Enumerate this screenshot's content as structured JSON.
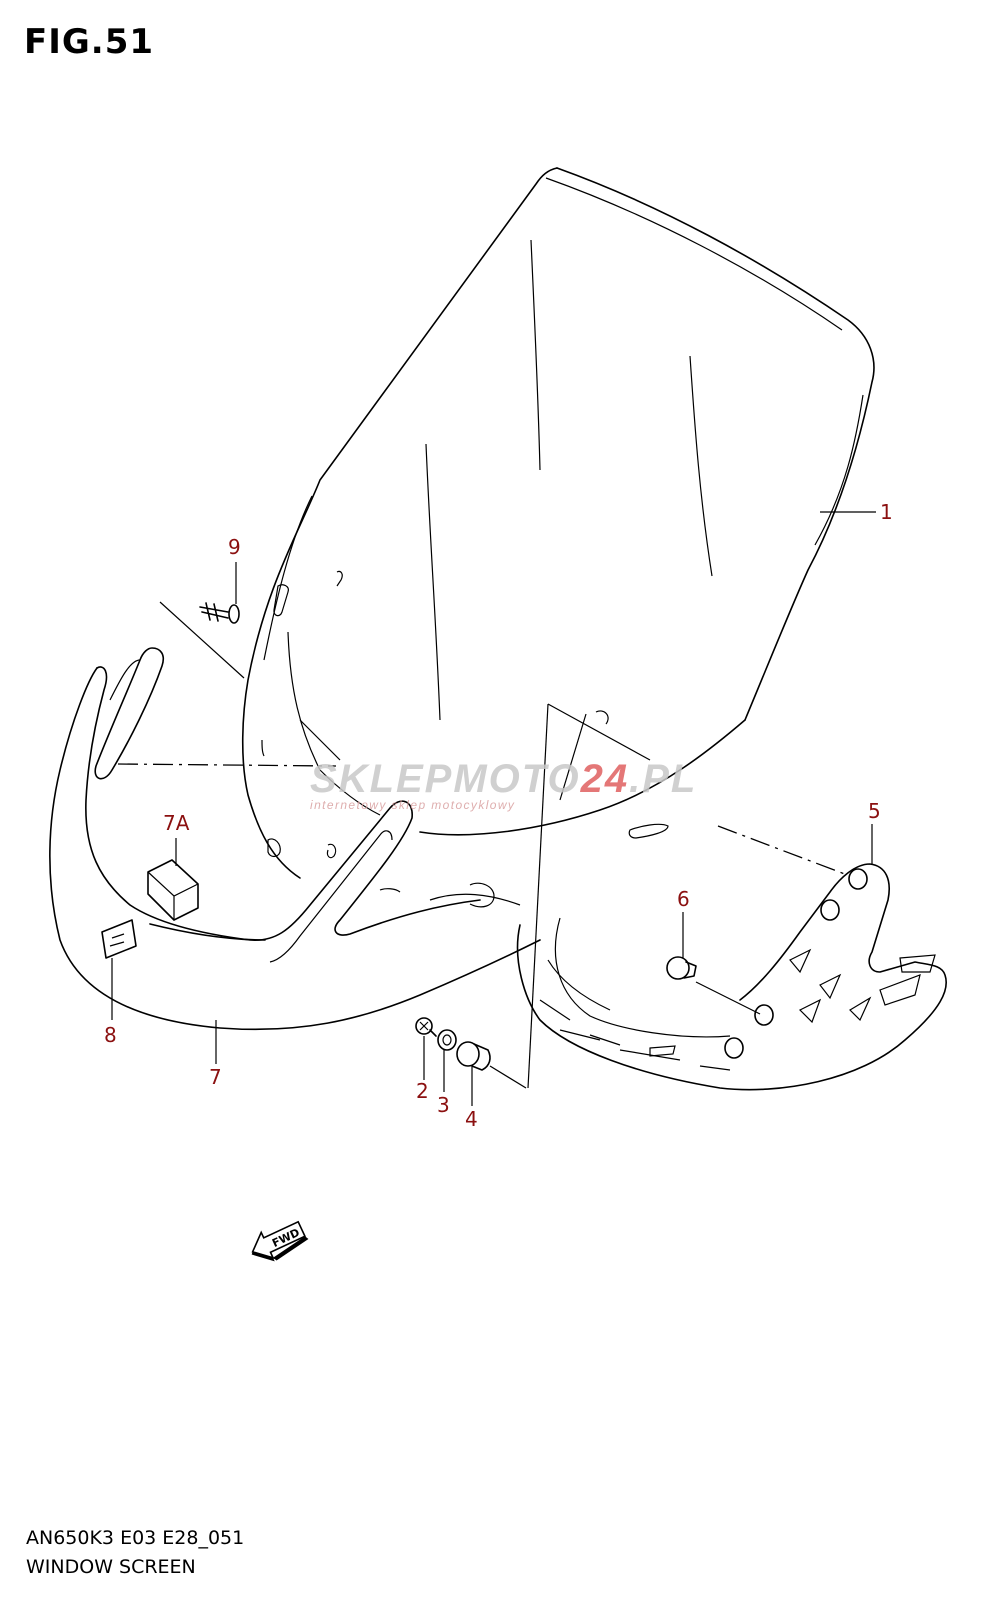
{
  "figure": {
    "title": "FIG.51",
    "model_code": "AN650K3 E03 E28_051",
    "section_name": "WINDOW SCREEN"
  },
  "watermark": {
    "brand_part1": "SKLEPMOTO",
    "brand_part2": "24",
    "brand_part3": ".PL",
    "tagline": "internetowy sklep motocyklowy"
  },
  "fwd_label": "FWD",
  "callouts": [
    {
      "id": "1",
      "part": "window-screen"
    },
    {
      "id": "2",
      "part": "screw"
    },
    {
      "id": "3",
      "part": "washer"
    },
    {
      "id": "4",
      "part": "grommet"
    },
    {
      "id": "5",
      "part": "screen-bracket"
    },
    {
      "id": "6",
      "part": "bolt"
    },
    {
      "id": "7",
      "part": "screen-garnish"
    },
    {
      "id": "7A",
      "part": "cushion"
    },
    {
      "id": "8",
      "part": "emblem"
    },
    {
      "id": "9",
      "part": "screw"
    }
  ],
  "colors": {
    "callout_text": "#8b1010",
    "watermark_gray": "#c8c8c8",
    "watermark_red": "#e06060"
  }
}
